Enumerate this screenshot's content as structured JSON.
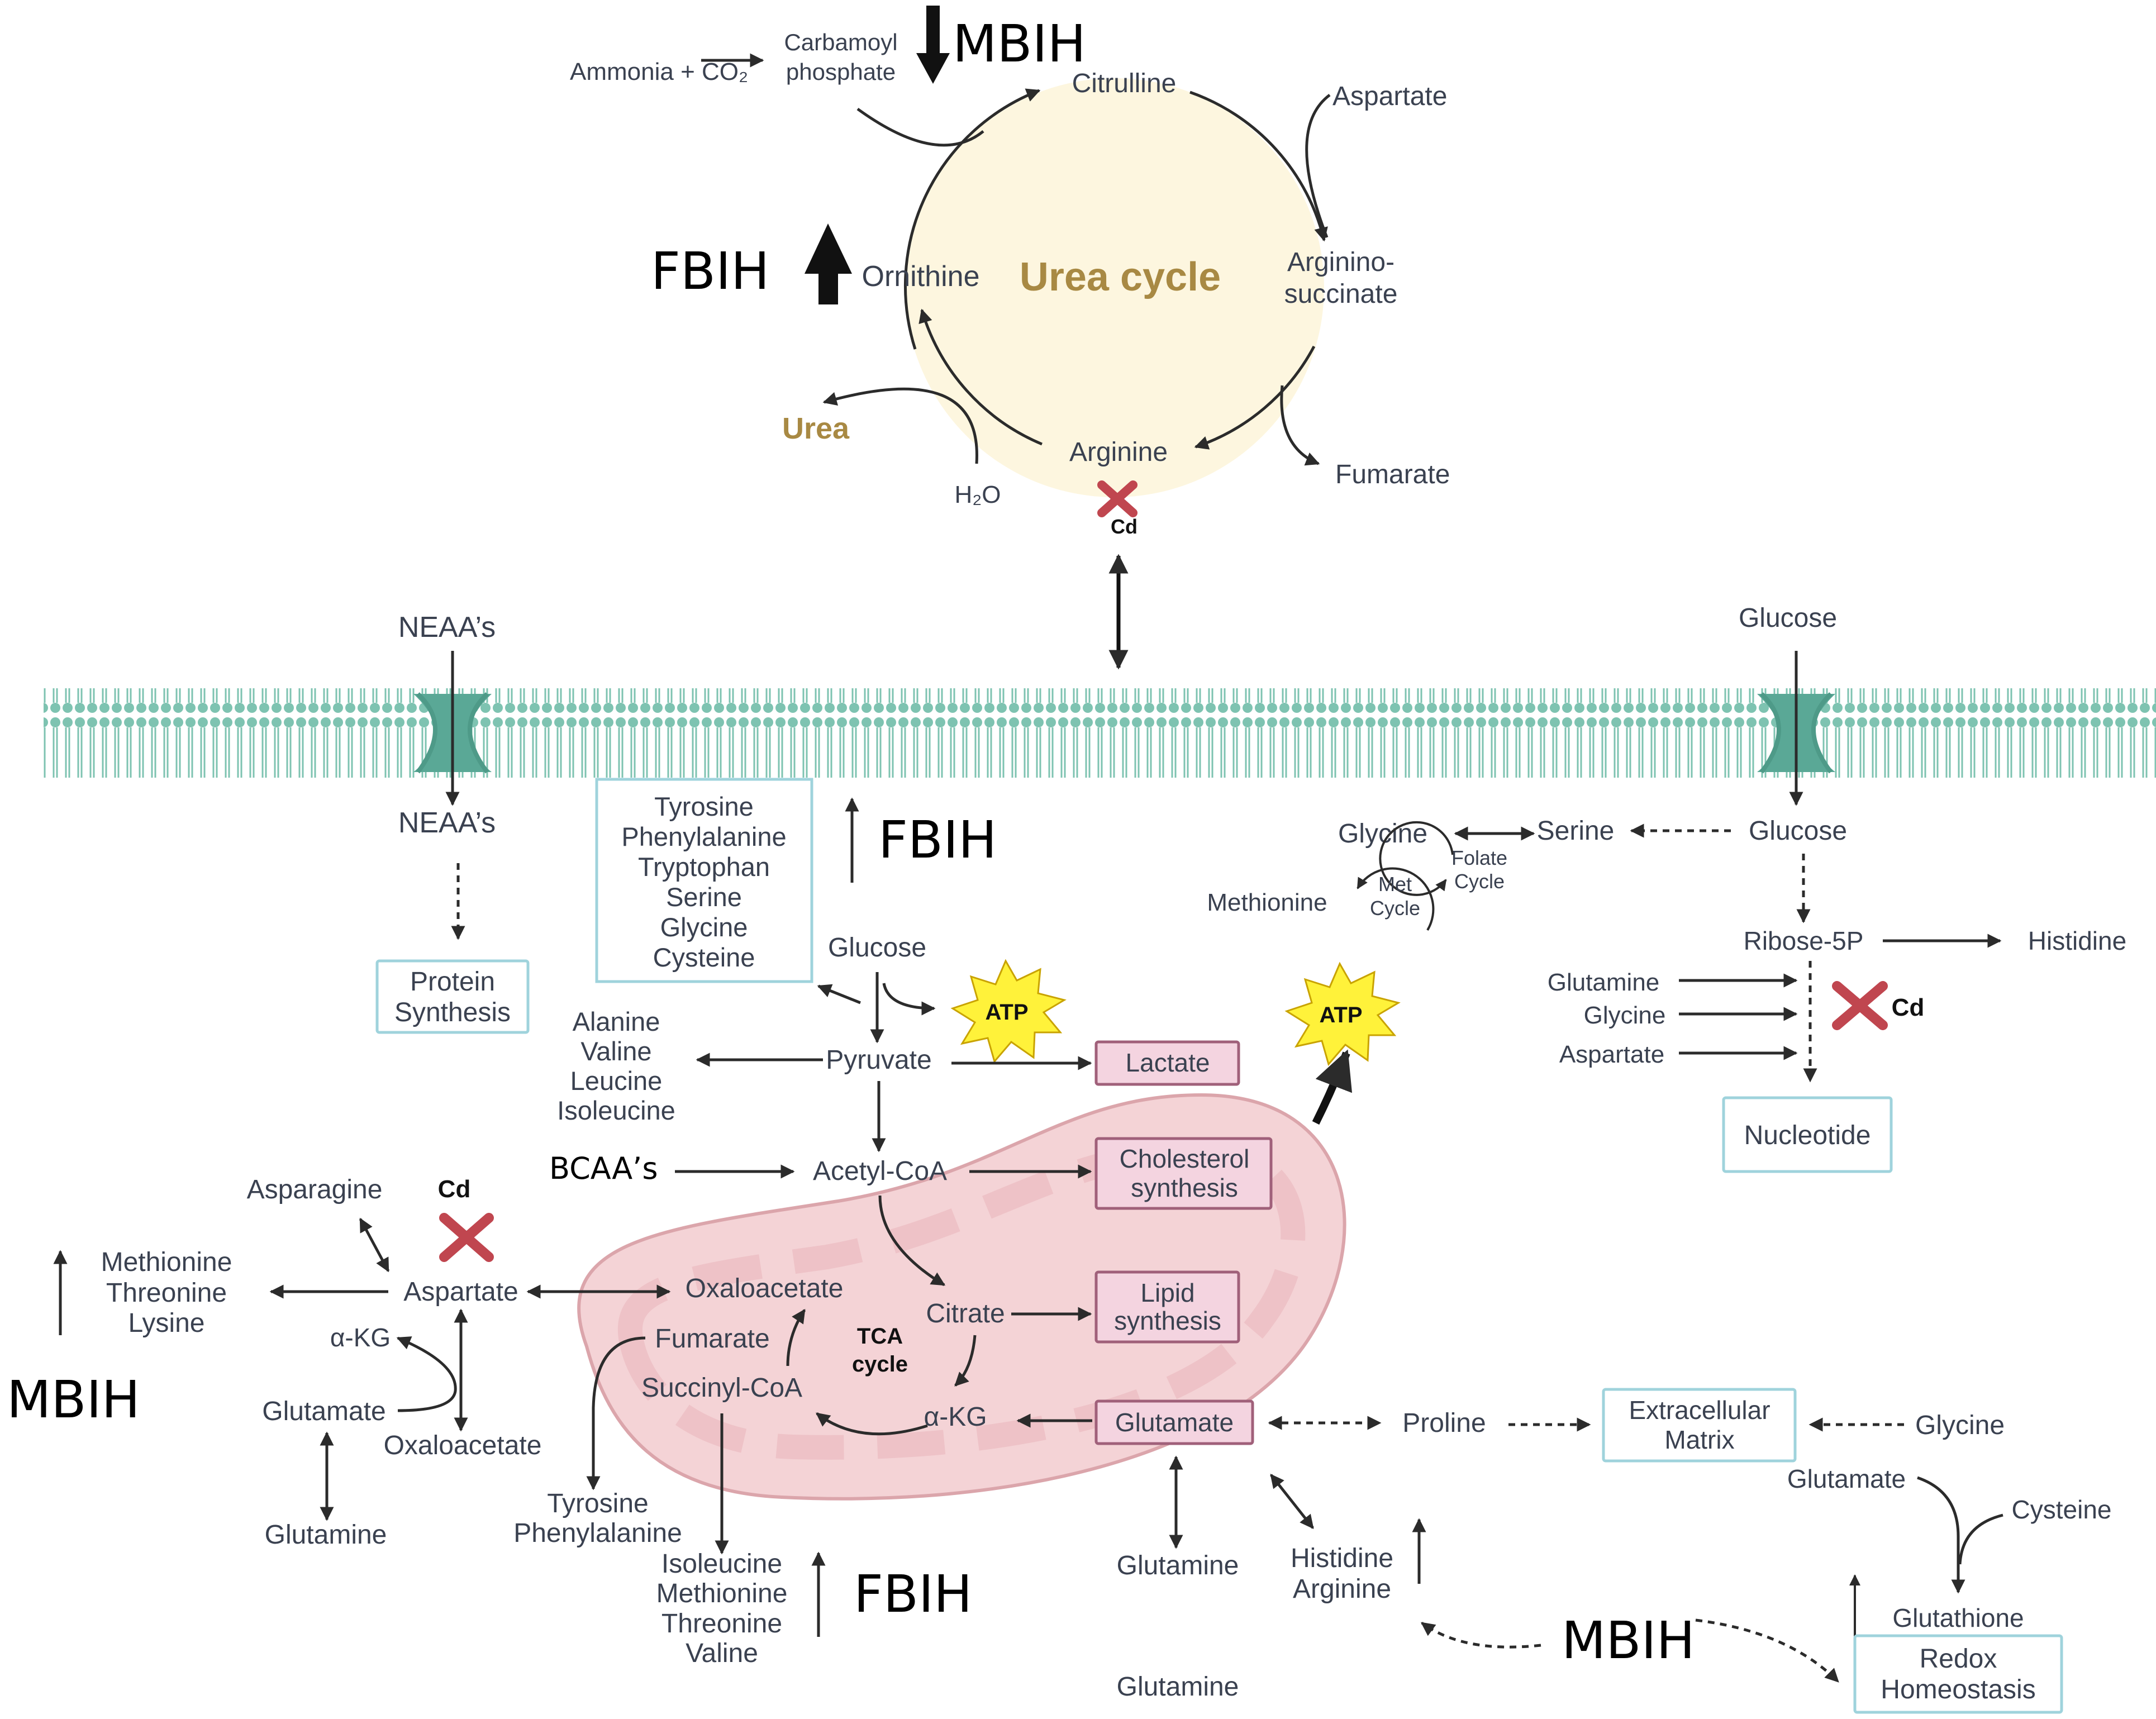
{
  "urea_cycle": {
    "title": "Urea cycle",
    "ammonia": "Ammonia + CO₂",
    "carbamoyl_1": "Carbamoyl",
    "carbamoyl_2": "phosphate",
    "citrulline": "Citrulline",
    "aspartate": "Aspartate",
    "argininosuccinate_1": "Arginino-",
    "argininosuccinate_2": "succinate",
    "fumarate": "Fumarate",
    "arginine": "Arginine",
    "ornithine": "Ornithine",
    "urea": "Urea",
    "water": "H₂O",
    "cd": "Cd"
  },
  "markers": {
    "mbih": "MBIH",
    "fbih": "FBIH"
  },
  "membrane": {
    "neaa_out": "NEAA’s",
    "neaa_in": "NEAA’s",
    "glucose_out": "Glucose"
  },
  "boxes": {
    "protein_1": "Protein",
    "protein_2": "Synthesis",
    "aa_list": [
      "Tyrosine",
      "Phenylalanine",
      "Tryptophan",
      "Serine",
      "Glycine",
      "Cysteine"
    ],
    "lactate": "Lactate",
    "cholesterol_1": "Cholesterol",
    "cholesterol_2": "synthesis",
    "lipid_1": "Lipid",
    "lipid_2": "synthesis",
    "glutamate": "Glutamate",
    "nucleotide": "Nucleotide",
    "ecm_1": "Extracellular",
    "ecm_2": "Matrix",
    "redox_1": "Redox",
    "redox_2": "Homeostasis",
    "atp": "ATP"
  },
  "glycolysis": {
    "glucose": "Glucose",
    "pyruvate": "Pyruvate",
    "acetyl_coa": "Acetyl-CoA",
    "bcaa": "BCAA’s",
    "alanine_group": [
      "Alanine",
      "Valine",
      "Leucine",
      "Isoleucine"
    ]
  },
  "tca": {
    "label_1": "TCA",
    "label_2": "cycle",
    "oxaloacetate": "Oxaloacetate",
    "citrate": "Citrate",
    "akg": "α-KG",
    "succinyl": "Succinyl-CoA",
    "fumarate": "Fumarate"
  },
  "left": {
    "asparagine": "Asparagine",
    "cd": "Cd",
    "aspartate": "Aspartate",
    "met_group": [
      "Methionine",
      "Threonine",
      "Lysine"
    ],
    "akg": "α-KG",
    "glutamate": "Glutamate",
    "oxaloacetate": "Oxaloacetate",
    "glutamine": "Glutamine",
    "tyr_group": [
      "Tyrosine",
      "Phenylalanine"
    ],
    "ile_group": [
      "Isoleucine",
      "Methionine",
      "Threonine",
      "Valine"
    ]
  },
  "right": {
    "glycine": "Glycine",
    "serine": "Serine",
    "glucose": "Glucose",
    "methionine": "Methionine",
    "met_cycle_1": "Met",
    "met_cycle_2": "Cycle",
    "folate_1": "Folate",
    "folate_2": "Cycle",
    "ribose": "Ribose-5P",
    "histidine": "Histidine",
    "inputs": [
      "Glutamine",
      "Glycine",
      "Aspartate"
    ],
    "cd": "Cd",
    "proline": "Proline",
    "glycine2": "Glycine",
    "glutamate": "Glutamate",
    "cysteine": "Cysteine",
    "glutathione": "Glutathione",
    "glutamine1": "Glutamine",
    "glutamine2": "Glutamine",
    "his_arg": [
      "Histidine",
      "Arginine"
    ]
  },
  "colors": {
    "urea_circle": "#fdf6df",
    "urea_title": "#a88943",
    "membrane": "#7ec3b1",
    "membrane_dark": "#5aa896",
    "mito": "#f4d3d6",
    "pink_box_fill": "#f4d4e0",
    "pink_box_stroke": "#a0607a",
    "blue_box_stroke": "#9fd3dc",
    "atp": "#fff23a",
    "cd_x": "#c0464f"
  }
}
